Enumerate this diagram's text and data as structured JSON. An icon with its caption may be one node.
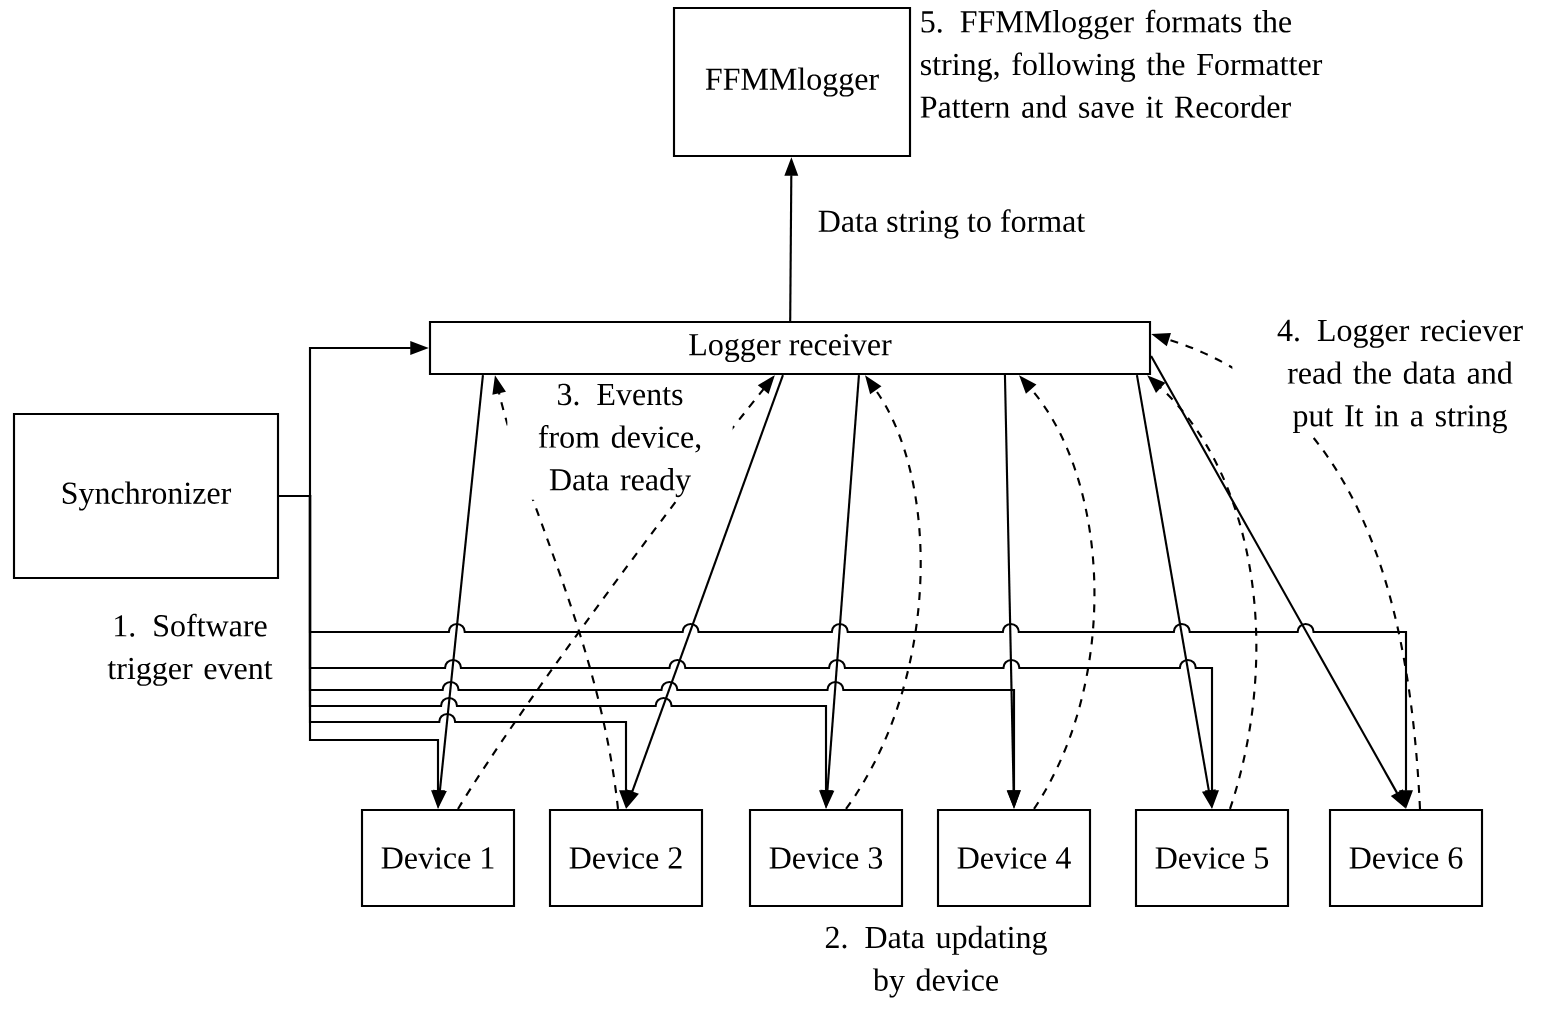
{
  "diagram": {
    "nodes": [
      {
        "text": [
          "FFMMlogger"
        ],
        "beside": [
          "5. FFMMlogger formats the string, following the Formatter Pattern and save it Recorder"
        ]
      },
      {
        "text": [
          "Logger receiver"
        ]
      },
      {
        "text": [
          "Synchronizer"
        ]
      },
      {
        "text": [
          "Device 1"
        ]
      },
      {
        "text": [
          "Device 2"
        ]
      },
      {
        "text": [
          "Device 3"
        ]
      },
      {
        "text": [
          "Device 4"
        ]
      },
      {
        "text": [
          "Device 5"
        ]
      },
      {
        "text": [
          "Device 6"
        ]
      }
    ],
    "edges": [
      {
        "from": 1,
        "to": 0,
        "arrow": "to",
        "label": "Data string to format"
      },
      {
        "from": 2,
        "to": 1,
        "arrow": "to"
      },
      {
        "from": 2,
        "to": 3,
        "arrow": "to"
      },
      {
        "from": 2,
        "to": 4,
        "arrow": "to"
      },
      {
        "from": 2,
        "to": 5,
        "arrow": "to"
      },
      {
        "from": 2,
        "to": 6,
        "arrow": "to"
      },
      {
        "from": 2,
        "to": 7,
        "arrow": "to"
      },
      {
        "from": 2,
        "to": 8,
        "arrow": "to"
      },
      {
        "from": 1,
        "to": 3,
        "arrow": "to"
      },
      {
        "from": 1,
        "to": 4,
        "arrow": "to"
      },
      {
        "from": 1,
        "to": 5,
        "arrow": "to"
      },
      {
        "from": 1,
        "to": 6,
        "arrow": "to"
      },
      {
        "from": 1,
        "to": 7,
        "arrow": "to"
      },
      {
        "from": 1,
        "to": 8,
        "arrow": "to"
      },
      {
        "from": 3,
        "to": 1,
        "arrow": "to",
        "style": "dashed"
      },
      {
        "from": 4,
        "to": 1,
        "arrow": "to",
        "style": "dashed"
      },
      {
        "from": 5,
        "to": 1,
        "arrow": "to",
        "style": "dashed"
      },
      {
        "from": 6,
        "to": 1,
        "arrow": "to",
        "style": "dashed"
      },
      {
        "from": 7,
        "to": 1,
        "arrow": "to",
        "style": "dashed"
      },
      {
        "from": 8,
        "to": 1,
        "arrow": "to",
        "style": "dashed"
      }
    ],
    "labels": [
      "1. Software trigger event",
      "2. Data updating by device",
      "3. Events from device, Data ready",
      "4. Logger reciever read the data and put It in a string"
    ]
  }
}
